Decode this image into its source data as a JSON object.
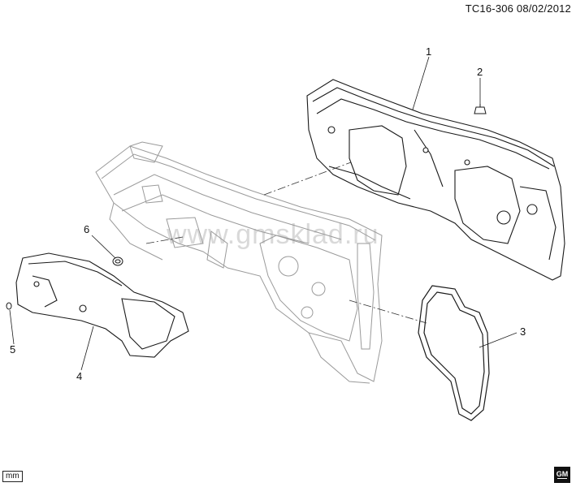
{
  "header": {
    "code": "TC16-306  08/02/2012"
  },
  "watermark": "www.gmsklad.ru",
  "callouts": [
    "1",
    "2",
    "3",
    "4",
    "5",
    "6"
  ],
  "footer": {
    "unit_badge": "mm",
    "logo_text": "GM"
  },
  "colors": {
    "line": "#1a1a1a",
    "ghost": "#9a9a9a",
    "fill": "#ffffff"
  }
}
